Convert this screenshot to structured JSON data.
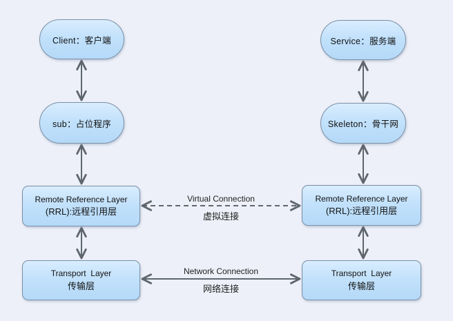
{
  "diagram": {
    "nodes": {
      "client": {
        "label": "Client：客户端"
      },
      "sub": {
        "label": "sub：占位程序"
      },
      "service": {
        "label": "Service：服务端"
      },
      "skeleton": {
        "label": "Skeleton：骨干网"
      },
      "rrl_left": {
        "line1": "Remote Reference Layer",
        "line2": "(RRL):远程引用层"
      },
      "rrl_right": {
        "line1": "Remote Reference Layer",
        "line2": "(RRL):远程引用层"
      },
      "transport_left": {
        "line1": "Transport  Layer",
        "line2": "传输层"
      },
      "transport_right": {
        "line1": "Transport  Layer",
        "line2": "传输层"
      }
    },
    "connections": {
      "virtual": {
        "label_en": "Virtual Connection",
        "label_zh": "虚拟连接",
        "style": "dashed"
      },
      "network": {
        "label_en": "Network Connection",
        "label_zh": "网络连接",
        "style": "solid"
      }
    },
    "colors": {
      "background": "#edf0f8",
      "node_fill_top": "#d9edfe",
      "node_fill_bottom": "#b4d9f8",
      "node_border": "#7a8fa6",
      "arrow": "#5f666d",
      "text": "#111111"
    }
  }
}
